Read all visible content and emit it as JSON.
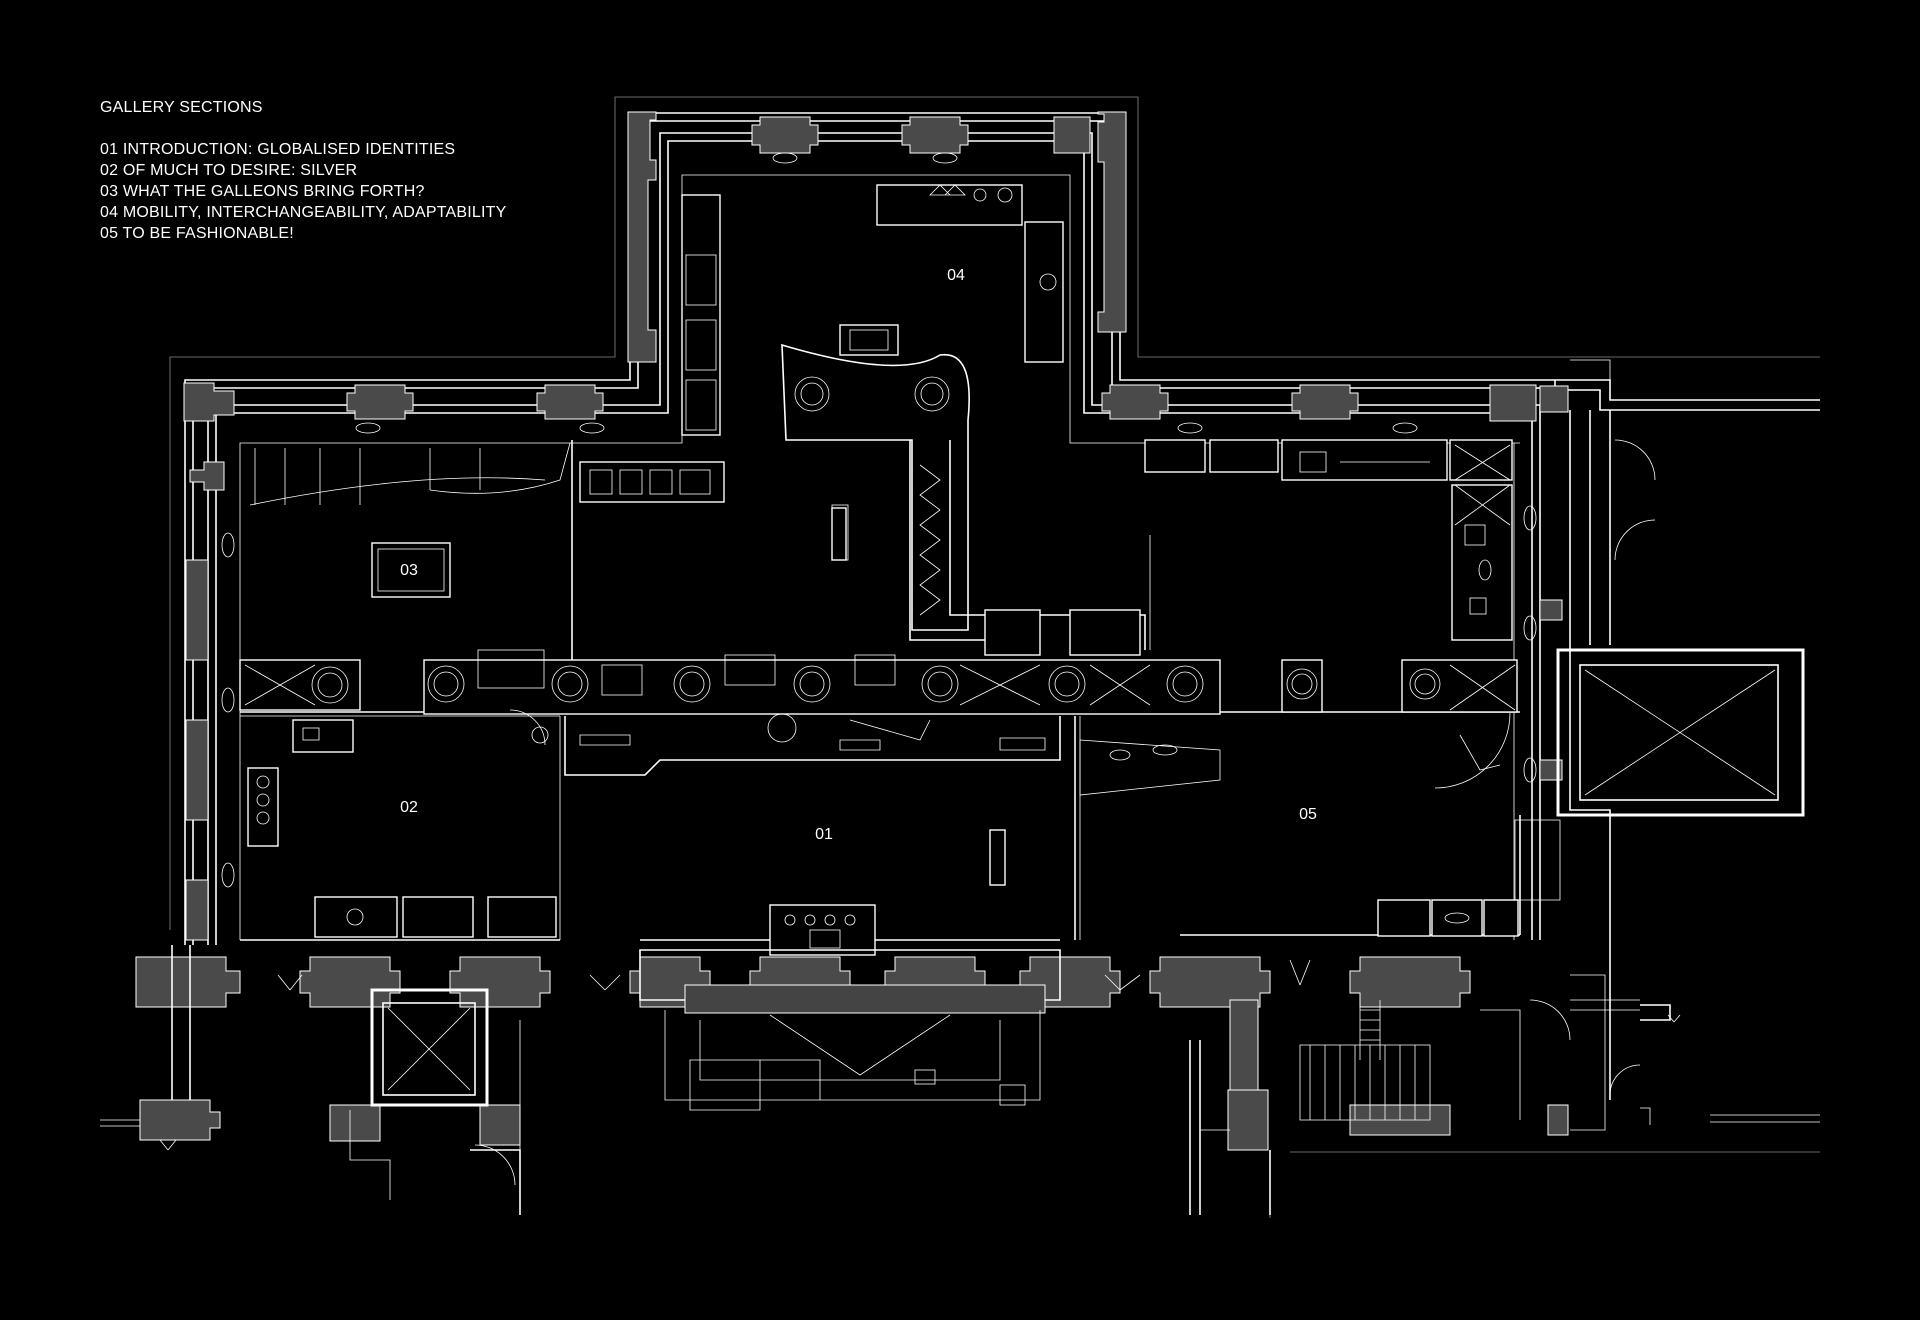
{
  "legend": {
    "title": "GALLERY SECTIONS",
    "items": [
      "01 INTRODUCTION: GLOBALISED IDENTITIES",
      "02 OF MUCH TO DESIRE: SILVER",
      "03 WHAT THE GALLEONS BRING FORTH?",
      "04 MOBILITY, INTERCHANGEABILITY, ADAPTABILITY",
      "05 TO BE FASHIONABLE!"
    ]
  },
  "rooms": {
    "r01": "01",
    "r02": "02",
    "r03": "03",
    "r04": "04",
    "r05": "05"
  },
  "colors": {
    "background": "#000000",
    "lines": "#ffffff",
    "piers": "#4a4a4a"
  }
}
